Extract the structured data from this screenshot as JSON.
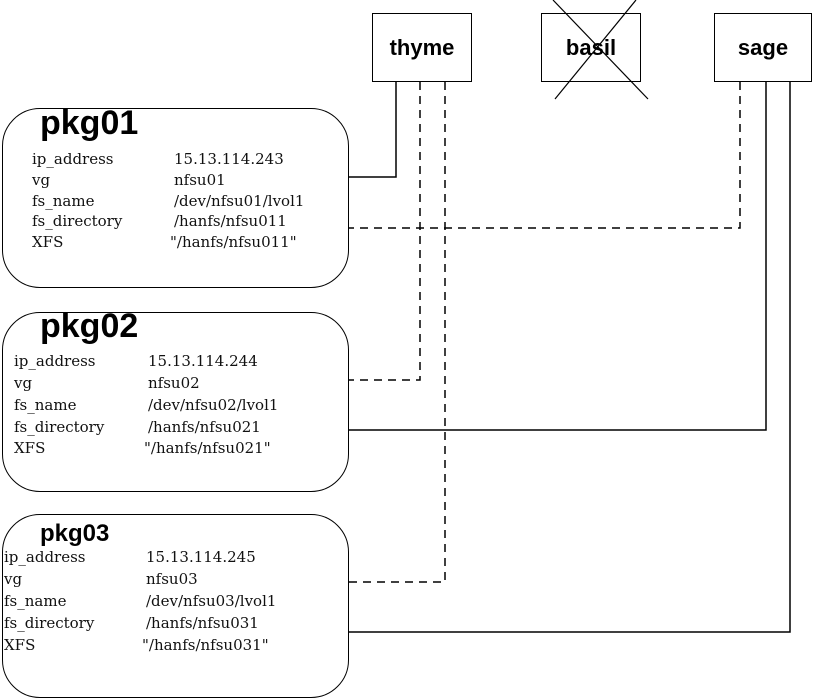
{
  "nodes": {
    "thyme": "thyme",
    "basil": "basil",
    "sage": "sage"
  },
  "packages": [
    {
      "title": "pkg01",
      "rows": [
        {
          "key": "ip_address",
          "value": "15.13.114.243"
        },
        {
          "key": "vg",
          "value": "nfsu01"
        },
        {
          "key": "fs_name",
          "value": "/dev/nfsu01/lvol1"
        },
        {
          "key": "fs_directory",
          "value": "/hanfs/nfsu011"
        },
        {
          "key": "XFS",
          "value": "\"/hanfs/nfsu011\""
        }
      ]
    },
    {
      "title": "pkg02",
      "rows": [
        {
          "key": "ip_address",
          "value": "15.13.114.244"
        },
        {
          "key": "vg",
          "value": "nfsu02"
        },
        {
          "key": "fs_name",
          "value": "/dev/nfsu02/lvol1"
        },
        {
          "key": "fs_directory",
          "value": "/hanfs/nfsu021"
        },
        {
          "key": "XFS",
          "value": "\"/hanfs/nfsu021\""
        }
      ]
    },
    {
      "title": "pkg03",
      "rows": [
        {
          "key": "ip_address",
          "value": "15.13.114.245"
        },
        {
          "key": "vg",
          "value": "nfsu03"
        },
        {
          "key": "fs_name",
          "value": "/dev/nfsu03/lvol1"
        },
        {
          "key": "fs_directory",
          "value": "/hanfs/nfsu031"
        },
        {
          "key": "XFS",
          "value": "\"/hanfs/nfsu031\""
        }
      ]
    }
  ]
}
